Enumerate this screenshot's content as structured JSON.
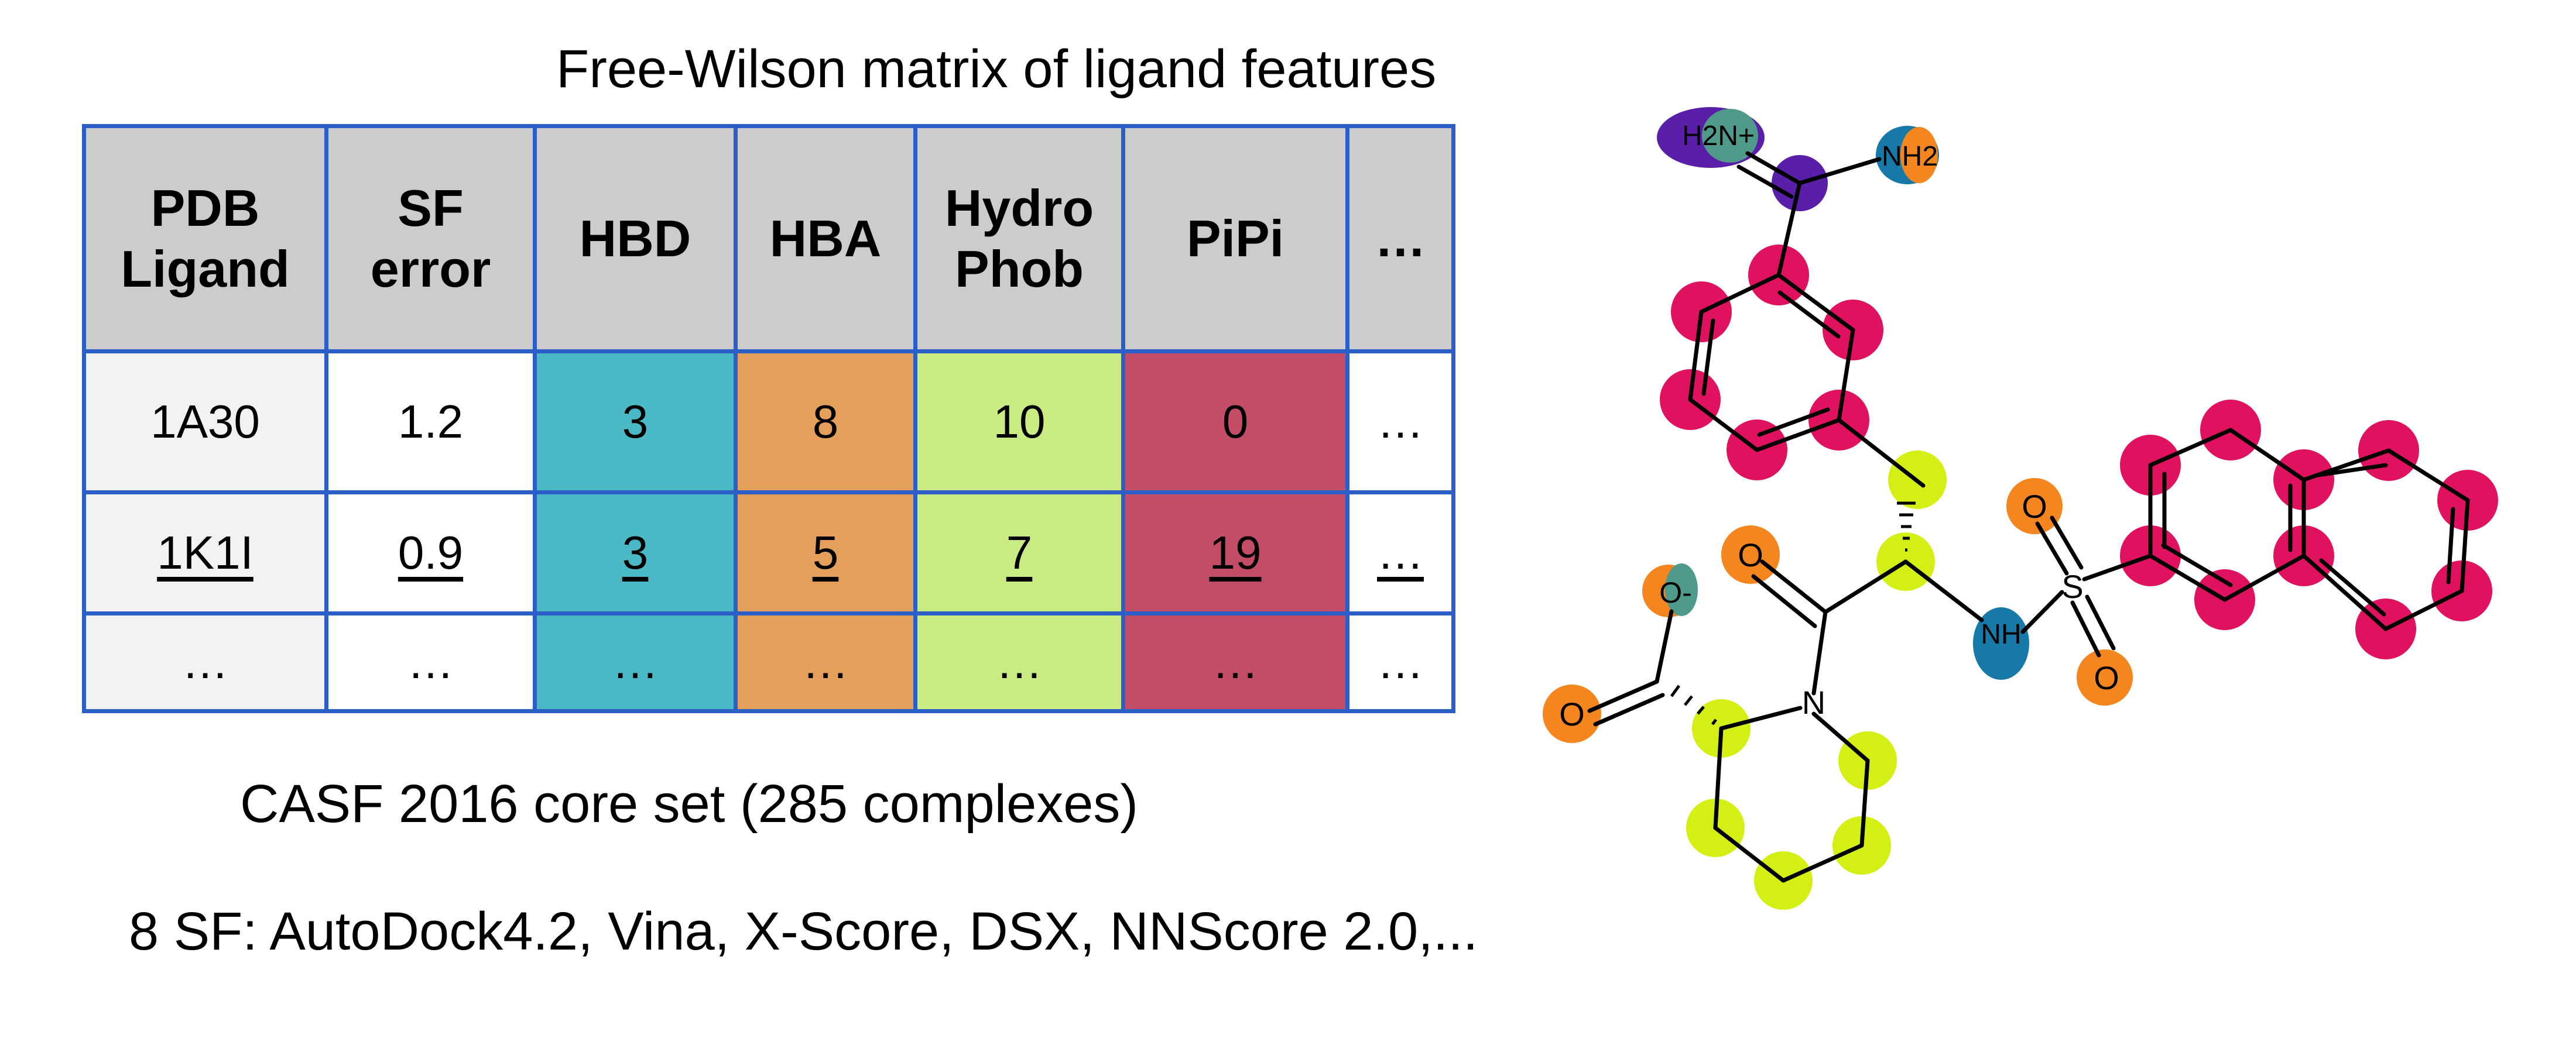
{
  "title": "Free-Wilson matrix of ligand features",
  "colors": {
    "border": "#2b5fc7",
    "header_bg": "#cccccc",
    "id_bg": "#f2f2f2",
    "hbd": "#4bb8c6",
    "hba": "#e4a05a",
    "hydrophob": "#c8ec82",
    "pipi": "#c34d66"
  },
  "table": {
    "headers": [
      [
        "PDB",
        "Ligand"
      ],
      [
        "SF",
        "error"
      ],
      [
        "HBD"
      ],
      [
        "HBA"
      ],
      [
        "Hydro",
        "Phob"
      ],
      [
        "PiPi"
      ],
      [
        "…"
      ]
    ],
    "rows": [
      [
        "1A30",
        "1.2",
        "3",
        "8",
        "10",
        "0",
        "…"
      ],
      [
        "1K1I",
        "0.9",
        "3",
        "5",
        "7",
        "19",
        "…"
      ],
      [
        "…",
        "…",
        "…",
        "…",
        "…",
        "…",
        "…"
      ]
    ]
  },
  "subtitle_core": "CASF 2016 core set (285 complexes)",
  "subtitle_sf": "8 SF: AutoDock4.2, Vina, X-Score, DSX, NNScore 2.0,...",
  "molecule": {
    "atom_labels": {
      "h2n_plus": "H2N+",
      "nh2": "NH2",
      "o_minus": "O-",
      "o_carboxyl": "O",
      "o_carbonyl": "O",
      "n_ring": "N",
      "nh": "NH",
      "s": "S",
      "o_sulfonyl_top": "O",
      "o_sulfonyl_bottom": "O"
    },
    "feature_colors": {
      "aromatic": "#e0115f",
      "hydrophobic": "#d4ef14",
      "acceptor": "#f5861f",
      "donor": "#1679a8",
      "cation": "#5a1fa8",
      "mixed": "#4f9a8b"
    }
  }
}
